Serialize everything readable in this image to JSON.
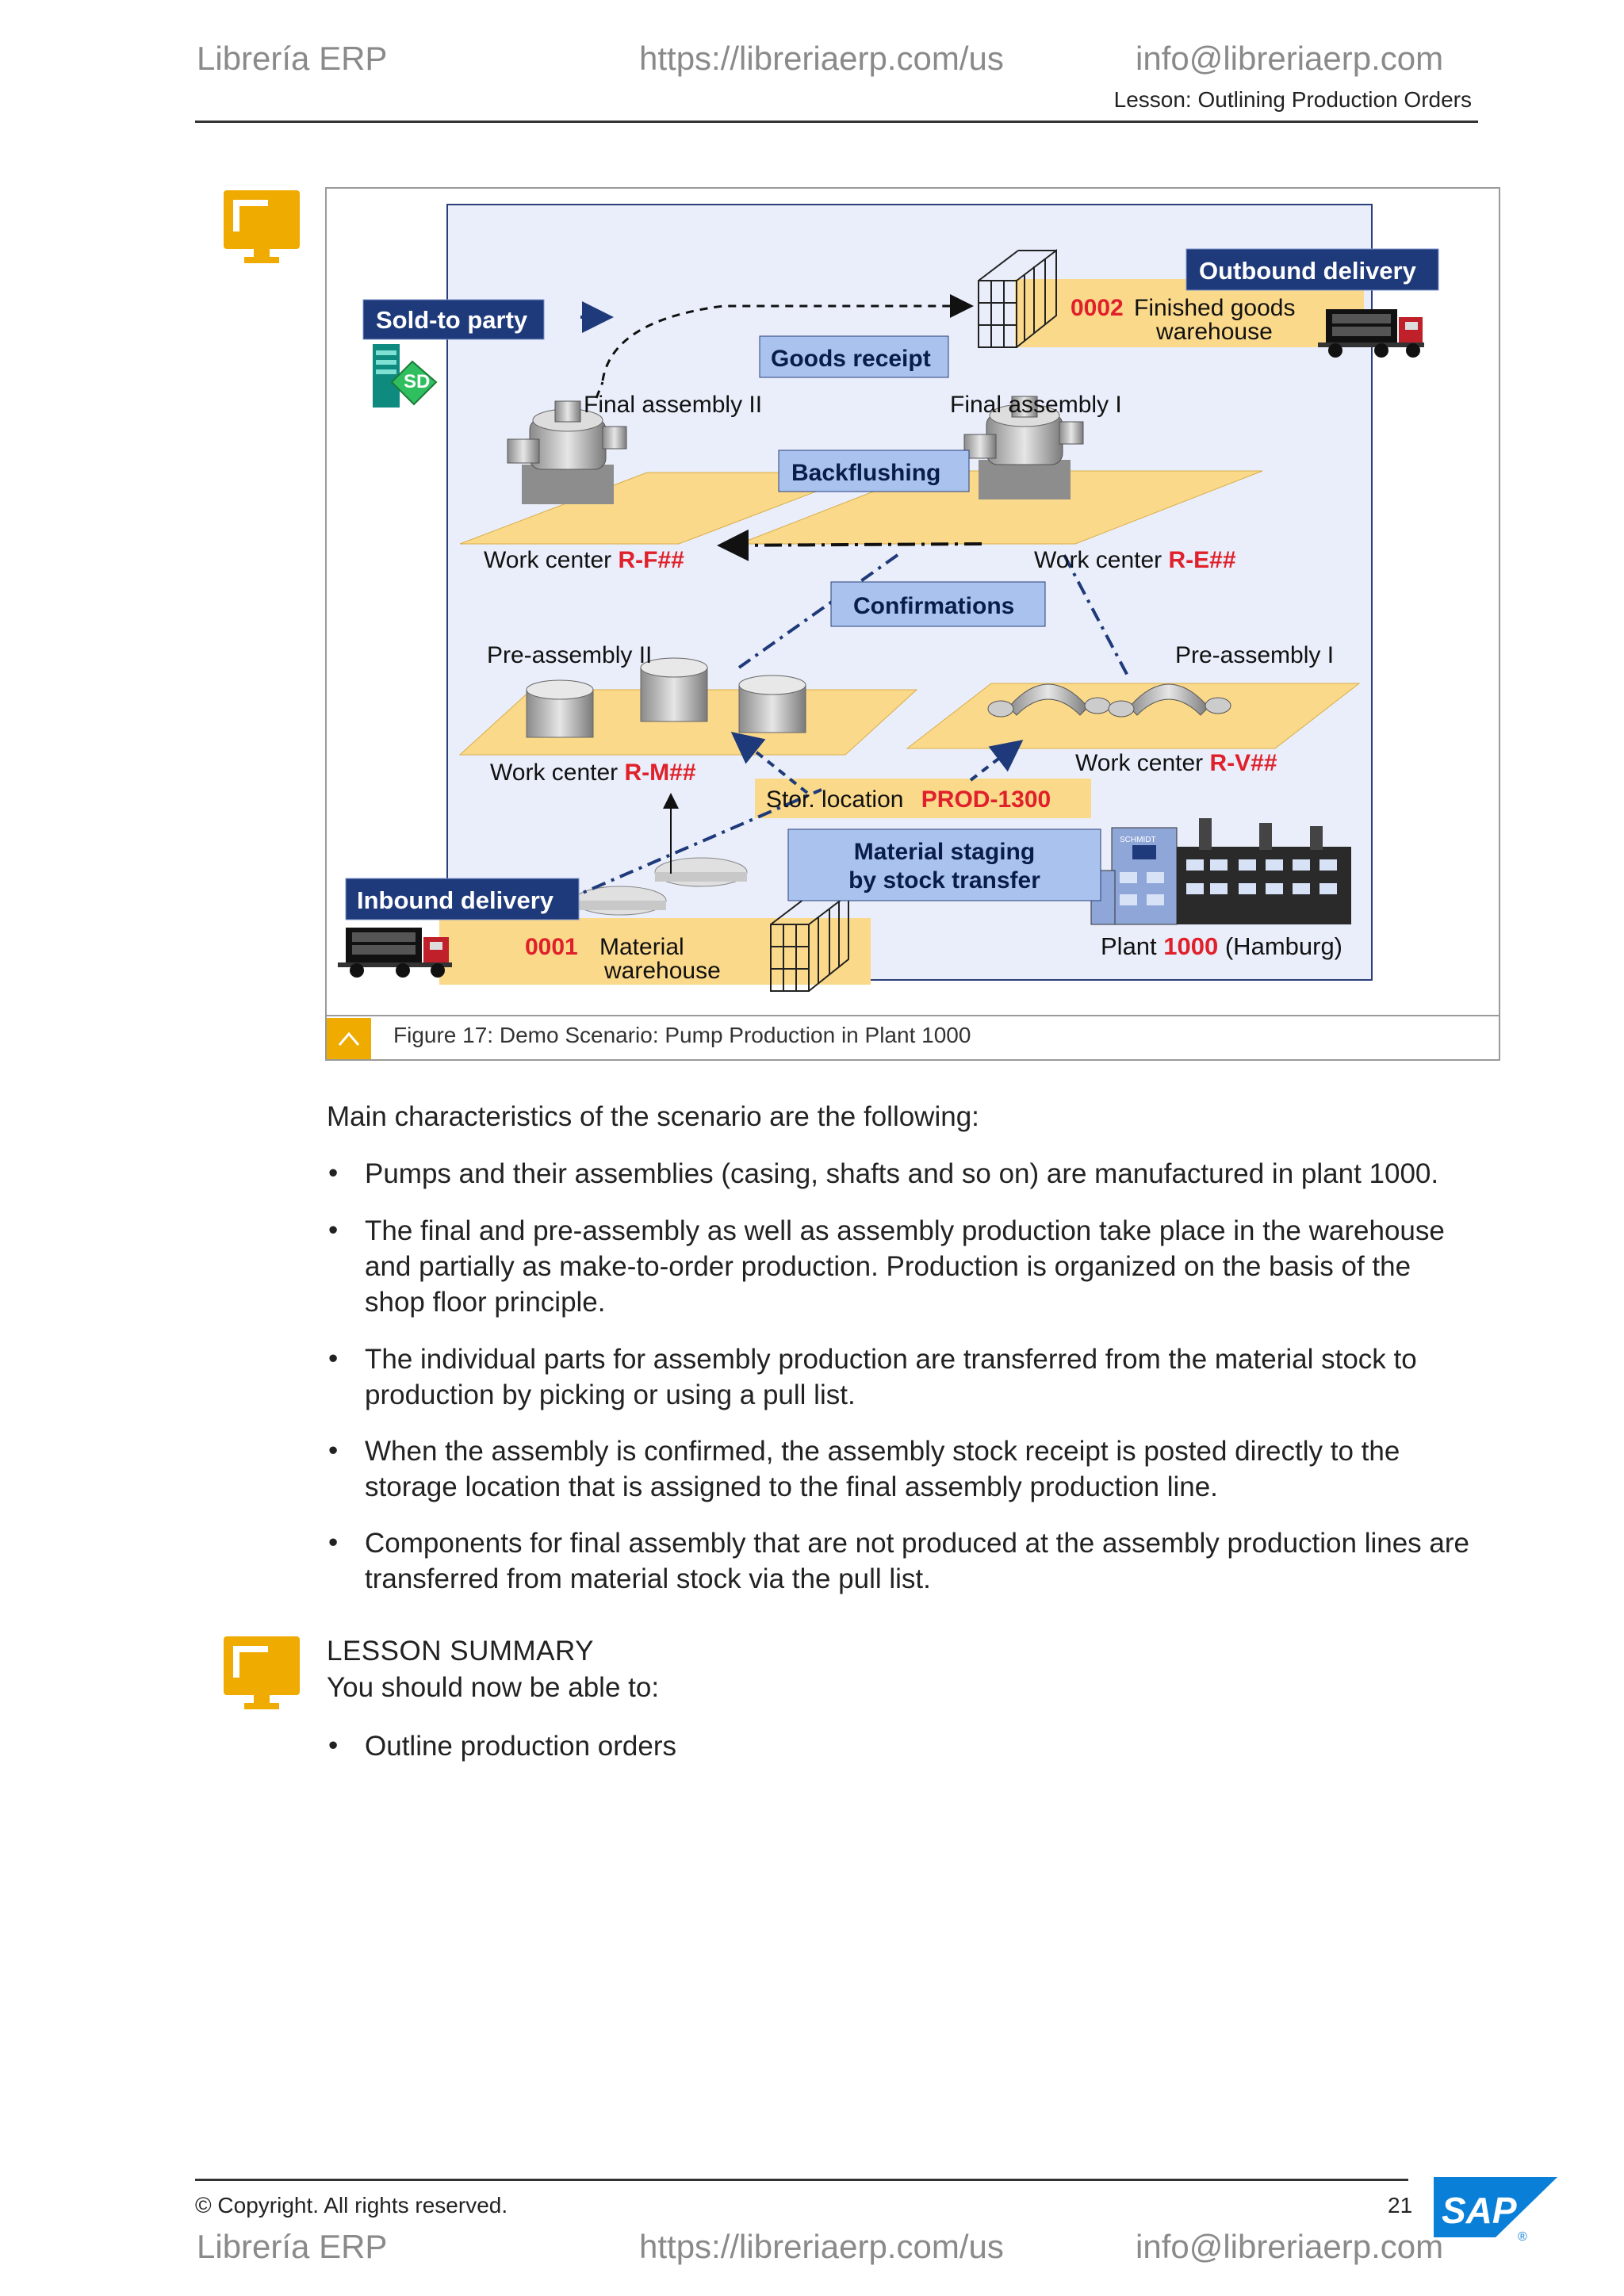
{
  "header": {
    "brand": "Librería ERP",
    "url": "https://libreriaerp.com/us",
    "email": "info@libreriaerp.com",
    "lesson": "Lesson: Outlining Production Orders"
  },
  "figure": {
    "caption": "Figure 17: Demo Scenario: Pump Production in Plant 1000",
    "labels": {
      "sold_to_party": "Sold-to party",
      "sd": "SD",
      "outbound_delivery": "Outbound delivery",
      "fg_code": "0002",
      "fg_name_1": "Finished goods",
      "fg_name_2": "warehouse",
      "goods_receipt": "Goods receipt",
      "final_assembly_2": "Final assembly II",
      "final_assembly_1": "Final assembly I",
      "backflushing": "Backflushing",
      "wc_rf_prefix": "Work center ",
      "wc_rf_code": "R-F##",
      "wc_re_prefix": "Work center ",
      "wc_re_code": "R-E##",
      "confirmations": "Confirmations",
      "pre_assembly_2": "Pre-assembly II",
      "pre_assembly_1": "Pre-assembly I",
      "wc_rm_prefix": "Work center ",
      "wc_rm_code": "R-M##",
      "wc_rv_prefix": "Work center ",
      "wc_rv_code": "R-V##",
      "stor_prefix": "Stor. location ",
      "stor_code": "PROD-1300",
      "staging_1": "Material staging",
      "staging_2": "by stock transfer",
      "inbound_delivery": "Inbound delivery",
      "mw_code": "0001",
      "mw_name_1": "Material",
      "mw_name_2": "warehouse",
      "plant_prefix": "Plant ",
      "plant_code": "1000",
      "plant_suffix": " (Hamburg)",
      "factory_sign": "SCHMIDT"
    }
  },
  "content": {
    "intro": "Main characteristics of the scenario are the following:",
    "bullets": [
      [
        "Pumps and their assemblies (casing, shafts and so on) are manufactured in plant 1000."
      ],
      [
        "The final and pre-assembly as well as assembly production take place in the warehouse",
        "and partially as make-to-order production. Production is organized on the basis of the",
        "shop floor principle."
      ],
      [
        "The individual parts for assembly production are transferred from the material stock to",
        "production by picking or using a pull list."
      ],
      [
        "When the assembly is confirmed, the assembly stock receipt is posted directly to the",
        "storage location that is assigned to the final assembly production line."
      ],
      [
        "Components for final assembly that are not produced at the assembly production lines are",
        "transferred from material stock via the pull list."
      ]
    ],
    "bullet_symbol": "•",
    "summary_title": "LESSON SUMMARY",
    "summary_intro": "You should now be able to:",
    "summary_bullets": [
      "Outline production orders"
    ]
  },
  "footer": {
    "copyright": "© Copyright. All rights reserved.",
    "page_number": "21",
    "sap_logo": "SAP",
    "brand": "Librería ERP",
    "url": "https://libreriaerp.com/us",
    "email": "info@libreriaerp.com"
  },
  "colors": {
    "accent": "#f0ab00",
    "navy_label": "#1f3a7a",
    "light_blue_label": "#a9c3ee",
    "code_red": "#e0202a",
    "floor_yellow": "#fbd98a",
    "diagram_bg": "#e9eefa",
    "sap_blue": "#0a7fd8"
  }
}
